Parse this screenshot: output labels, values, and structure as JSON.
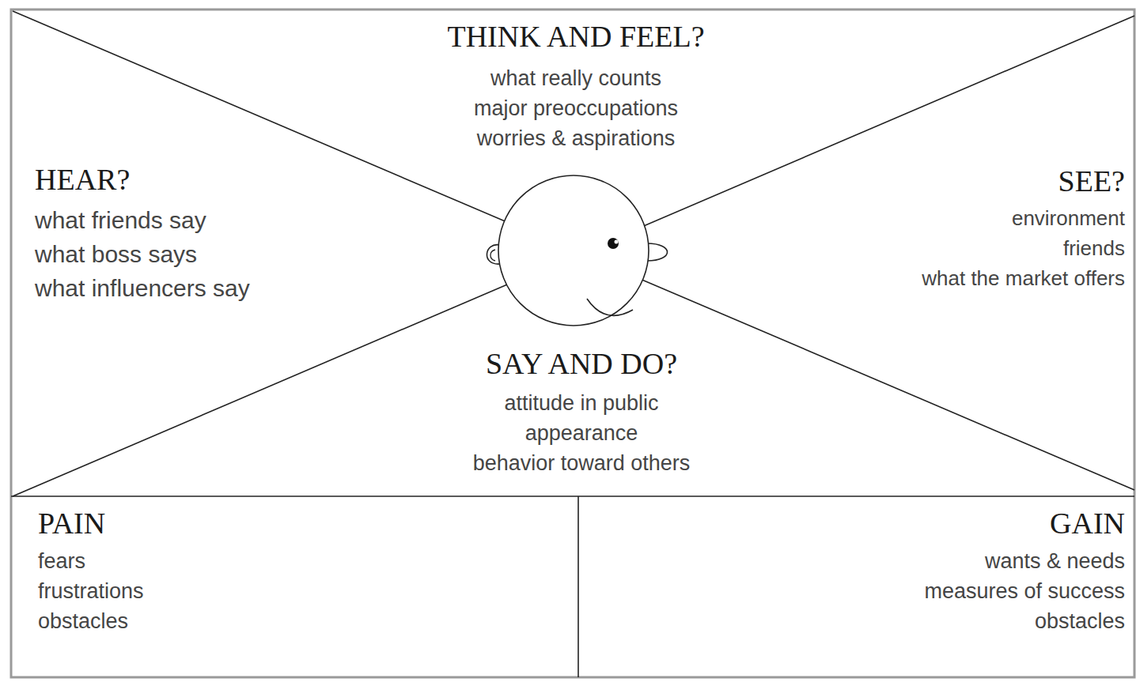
{
  "diagram": {
    "nodes": [
      {
        "text": [
          "THINK AND FEEL?",
          "what really counts",
          "major preoccupations",
          "worries & aspirations"
        ]
      },
      {
        "text": [
          "HEAR?",
          "what friends say",
          "what boss says",
          "what influencers say"
        ]
      },
      {
        "text": [
          "SEE?",
          "environment",
          "friends",
          "what the market offers"
        ]
      },
      {
        "text": [
          "SAY AND DO?",
          "attitude in public",
          "appearance",
          "behavior toward others"
        ]
      },
      {
        "text": [
          "PAIN",
          "fears",
          "frustrations",
          "obstacles"
        ]
      },
      {
        "text": [
          "GAIN",
          "wants & needs",
          "measures of success",
          "obstacles"
        ]
      }
    ]
  }
}
